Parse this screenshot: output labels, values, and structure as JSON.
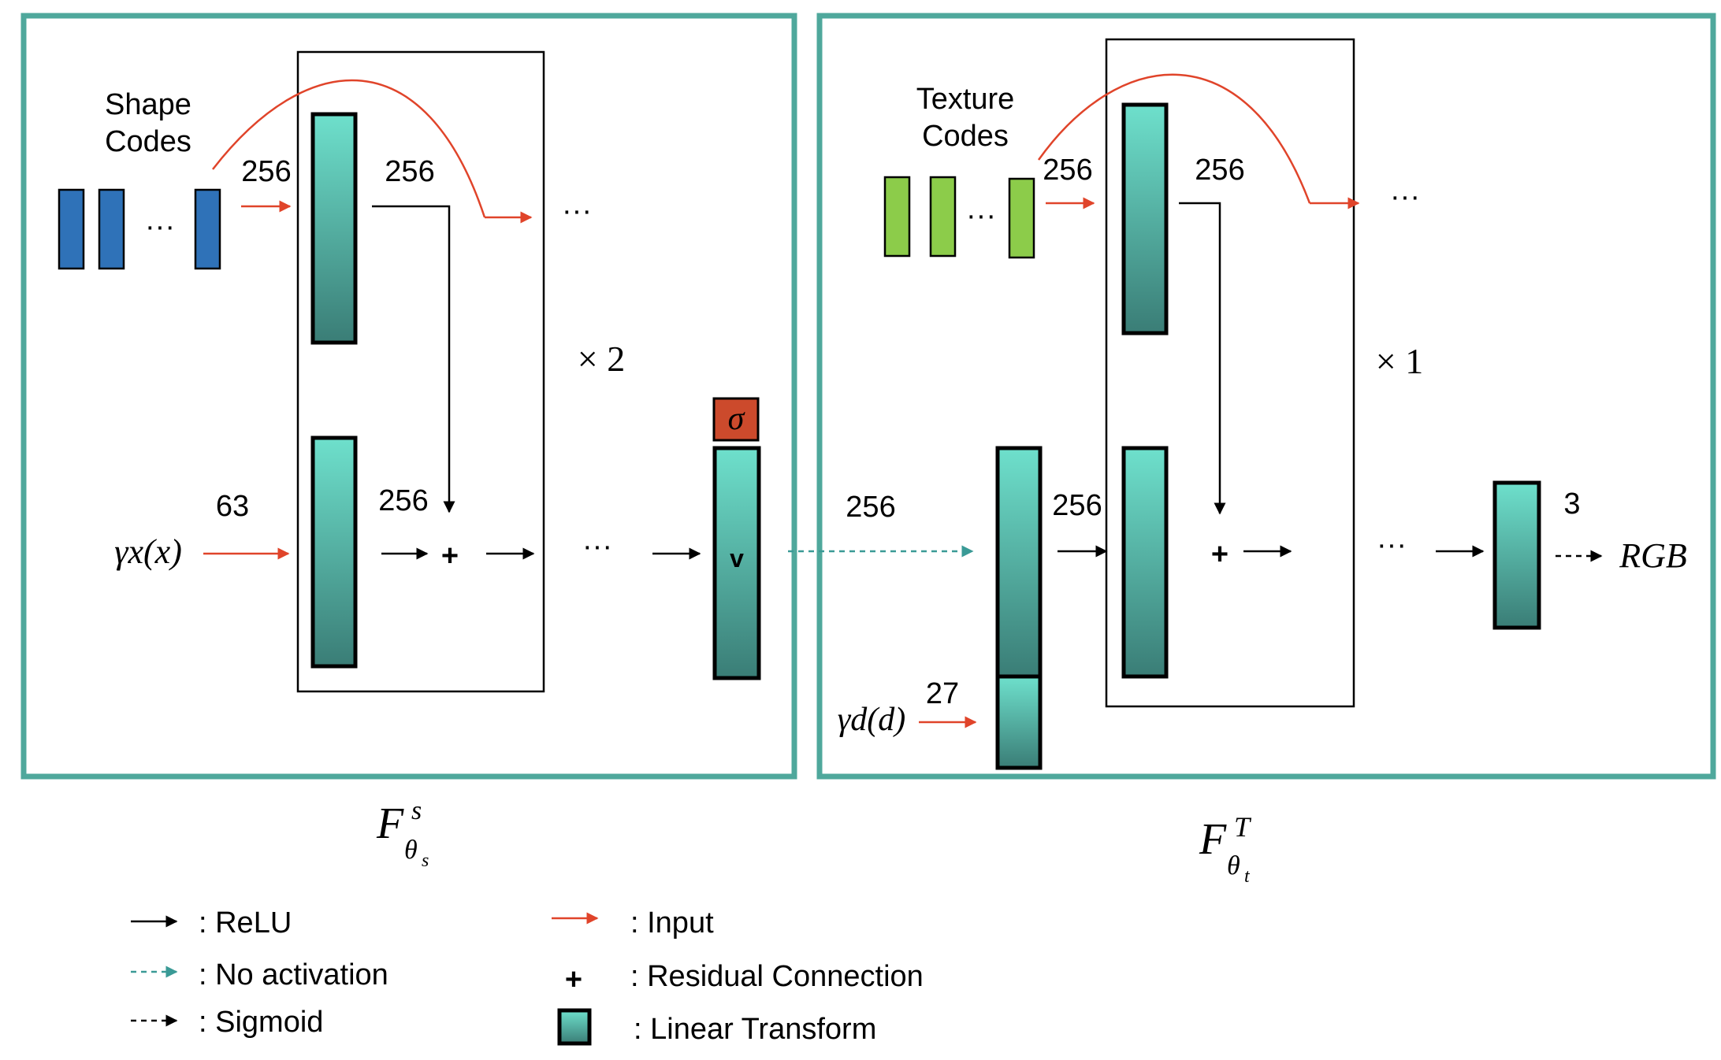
{
  "colors": {
    "panel_border": "#4fa89c",
    "shape_code": "#2f72b8",
    "texture_code": "#8ccc4a",
    "input_arrow": "#e0442a",
    "no_activation_arrow": "#3a9a96",
    "layer_top": "#6ee0cc",
    "layer_bottom": "#3a7d76",
    "sigma_box": "#cc4a2c"
  },
  "shape_network": {
    "codes_label_line1": "Shape",
    "codes_label_line2": "Codes",
    "code_dim": "256",
    "hidden_dim_top": "256",
    "hidden_dim_bottom": "256",
    "pos_enc_dim": "63",
    "pos_enc_label": "γx(x)",
    "repeat_label": "× 2",
    "sigma_label": "σ",
    "feature_label": "v",
    "network_label": "F^s_θs",
    "ellipsis": "···"
  },
  "texture_network": {
    "codes_label_line1": "Texture",
    "codes_label_line2": "Codes",
    "code_dim": "256",
    "hidden_dim_top": "256",
    "feature_dim": "256",
    "hidden_dim_mid": "256",
    "dir_enc_dim": "27",
    "dir_enc_label": "γd(d)",
    "repeat_label": "× 1",
    "output_dim": "3",
    "output_label": "RGB",
    "network_label": "F^T_θt",
    "ellipsis": "···"
  },
  "legend": [
    {
      "symbol": "relu-arrow",
      "label": ": ReLU"
    },
    {
      "symbol": "no-activation-arrow",
      "label": ": No activation"
    },
    {
      "symbol": "sigmoid-arrow",
      "label": ": Sigmoid"
    },
    {
      "symbol": "input-arrow",
      "label": ": Input"
    },
    {
      "symbol": "plus",
      "label": ": Residual Connection"
    },
    {
      "symbol": "linear-block",
      "label": ": Linear Transform"
    }
  ],
  "legend_plus_symbol": "+"
}
